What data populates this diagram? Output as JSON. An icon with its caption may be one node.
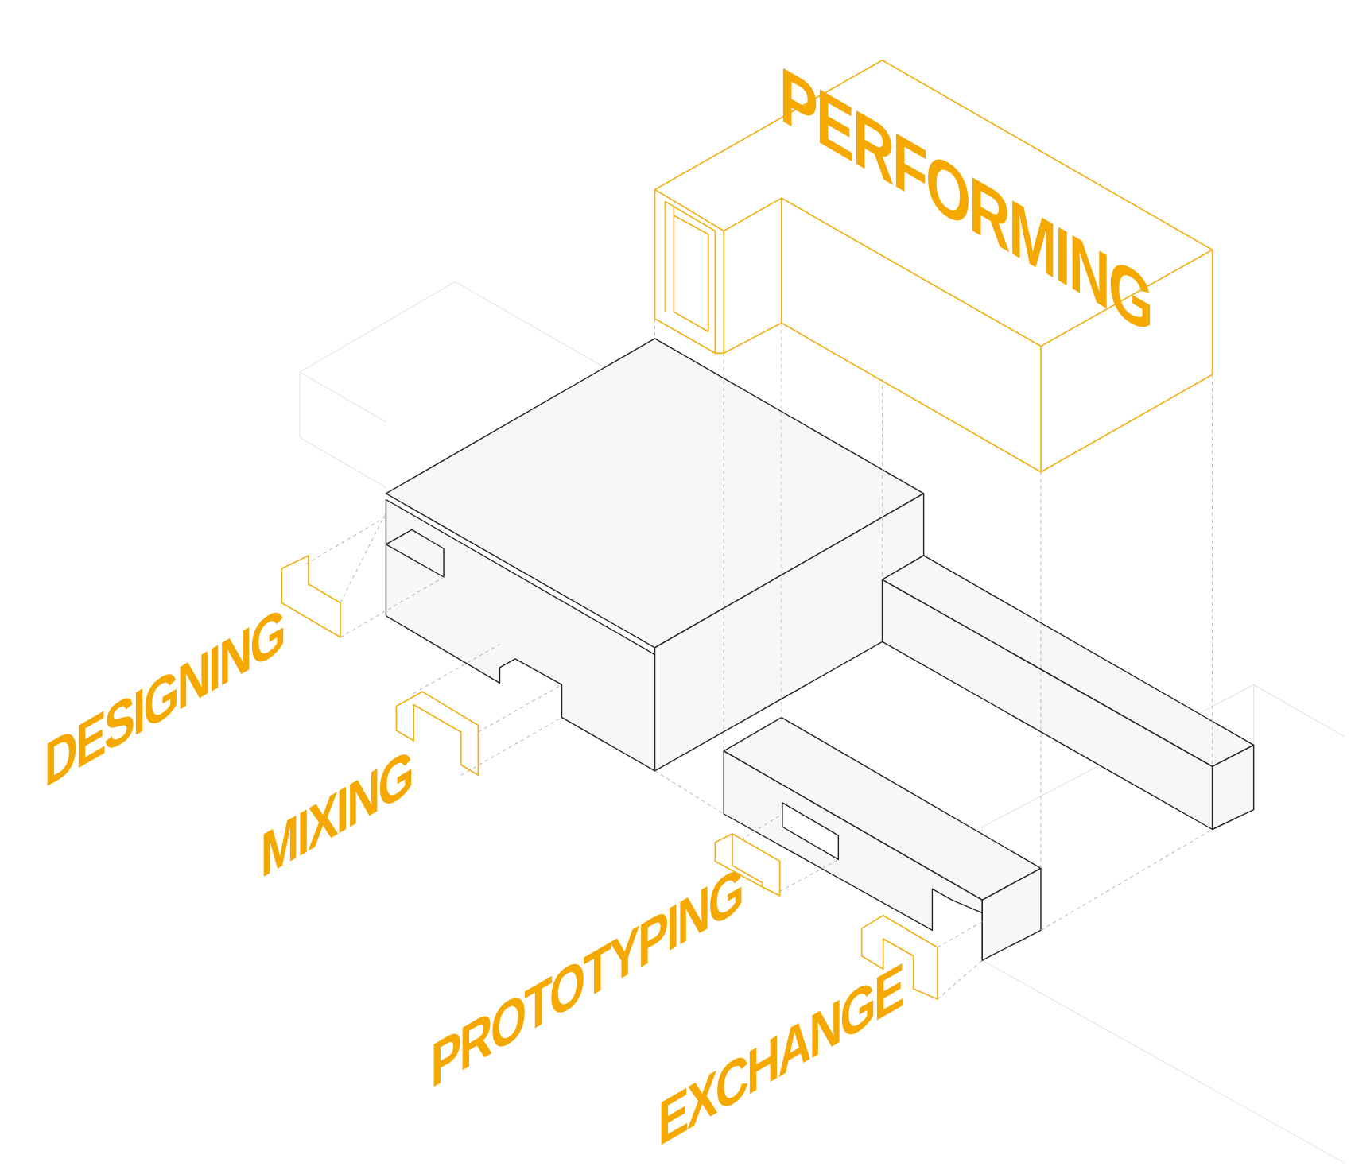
{
  "diagram": {
    "labels": [
      "PERFORMING",
      "DESIGNING",
      "MIXING",
      "PROTOTYPING",
      "EXCHANGE"
    ]
  }
}
